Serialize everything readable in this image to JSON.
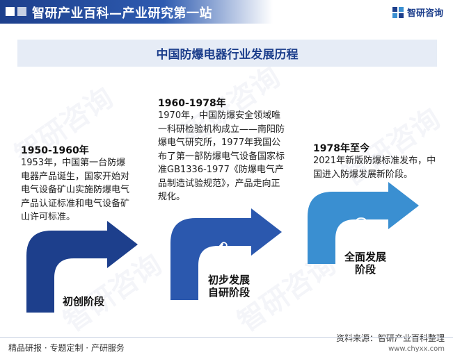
{
  "header": {
    "title": "智研产业百科—产业研究第一站",
    "brand": "智研咨询"
  },
  "main_title": "中国防爆电器行业发展历程",
  "stages": [
    {
      "period": "1950-1960年",
      "description": "1953年，中国第一台防爆电器产品诞生，国家开始对电气设备矿山实施防爆电气产品认证标准和电气设备矿山许可标准。",
      "label_line1": "初创阶段",
      "label_line2": "",
      "icon": "pencil-icon",
      "color": "#1d3f8c"
    },
    {
      "period": "1960-1978年",
      "description": "1970年，中国防爆安全领域唯一科研检验机构成立——南阳防爆电气研究所，1977年我国公布了第一部防爆电气设备国家标准GB1336-1977《防爆电气产品制造试验规范》，产品走向正规化。",
      "label_line1": "初步发展",
      "label_line2": "自研阶段",
      "icon": "paperclip-icon",
      "color": "#2b58ae"
    },
    {
      "period": "1978年至今",
      "description": "2021年新版防爆标准发布，中国进入防爆发展新阶段。",
      "label_line1": "全面发展",
      "label_line2": "阶段",
      "icon": "lightbulb-icon",
      "color": "#3a8fd1"
    }
  ],
  "footer": {
    "left": "精品研报 · 专题定制 · 产研服务",
    "source": "资料来源：智研产业百科整理",
    "url": "www.chyxx.com"
  },
  "watermark": "智研咨询"
}
